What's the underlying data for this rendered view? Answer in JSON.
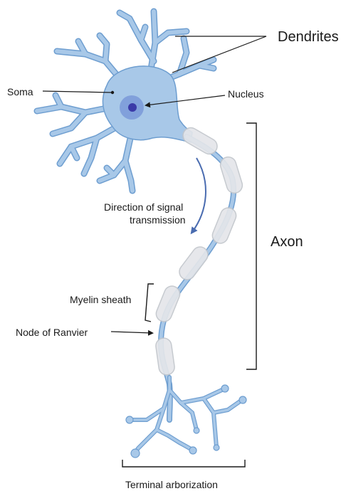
{
  "labels": {
    "dendrites": "Dendrites",
    "soma": "Soma",
    "nucleus": "Nucleus",
    "direction_line1": "Direction of signal",
    "direction_line2": "transmission",
    "axon": "Axon",
    "myelin_sheath": "Myelin sheath",
    "node_of_ranvier": "Node of Ranvier",
    "terminal_arborization": "Terminal arborization"
  },
  "colors": {
    "neuron_fill": "#a8c8e8",
    "neuron_stroke": "#6e9ed0",
    "nucleus_outer": "#7a99d8",
    "nucleus_inner": "#3b3aa8",
    "myelin_fill": "#e4e6ea",
    "myelin_stroke": "#c2c6cc",
    "arrow": "#4a6cb0",
    "text": "#1a1a1a"
  }
}
